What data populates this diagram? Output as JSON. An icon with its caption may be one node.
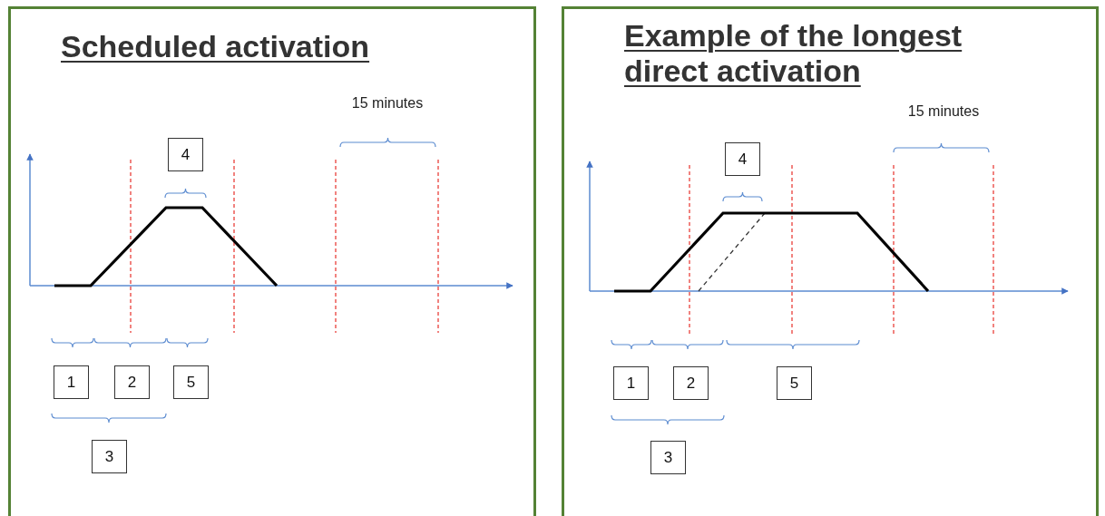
{
  "diagram": {
    "nodes": [
      {
        "text": [
          "Scheduled activation"
        ]
      },
      {
        "text": [
          "4"
        ],
        "in": 0
      },
      {
        "text": [
          "1"
        ],
        "in": 0
      },
      {
        "text": [
          "2"
        ],
        "in": 0
      },
      {
        "text": [
          "5"
        ],
        "in": 0
      },
      {
        "text": [
          "3"
        ],
        "in": 0
      },
      {
        "text": [
          "Example of the longest direct activation"
        ]
      },
      {
        "text": [
          "4"
        ],
        "in": 6
      },
      {
        "text": [
          "1"
        ],
        "in": 6
      },
      {
        "text": [
          "2"
        ],
        "in": 6
      },
      {
        "text": [
          "5"
        ],
        "in": 6
      },
      {
        "text": [
          "3"
        ],
        "in": 6
      }
    ],
    "labels": [
      "15 minutes",
      "15 minutes"
    ]
  }
}
